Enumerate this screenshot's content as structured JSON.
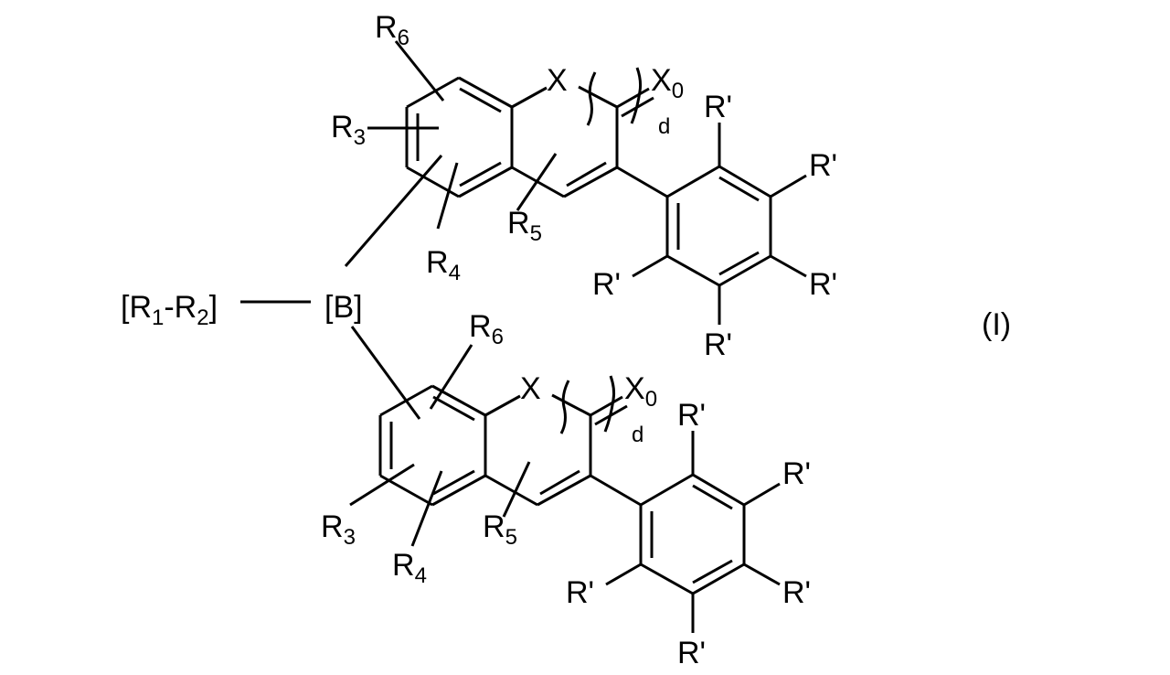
{
  "figure": {
    "formula_label": "(I)",
    "linker": {
      "left_label": "[R",
      "r1_sub": "1",
      "dash": "-R",
      "r2_sub": "2",
      "close": "]",
      "b_label": "[B]"
    },
    "top_unit": {
      "ring_heteroatom": "X",
      "carbonyl_atom": "X",
      "carbonyl_sub": "0",
      "repeat_index": "d",
      "substituents": {
        "r3": "R",
        "r3_sub": "3",
        "r4": "R",
        "r4_sub": "4",
        "r5": "R",
        "r5_sub": "5",
        "r6": "R",
        "r6_sub": "6"
      },
      "phenyl_substituents": [
        "R'",
        "R'",
        "R'",
        "R'",
        "R'"
      ]
    },
    "bottom_unit": {
      "ring_heteroatom": "X",
      "carbonyl_atom": "X",
      "carbonyl_sub": "0",
      "repeat_index": "d",
      "substituents": {
        "r3": "R",
        "r3_sub": "3",
        "r4": "R",
        "r4_sub": "4",
        "r5": "R",
        "r5_sub": "5",
        "r6": "R",
        "r6_sub": "6"
      },
      "phenyl_substituents": [
        "R'",
        "R'",
        "R'",
        "R'",
        "R'"
      ]
    }
  }
}
